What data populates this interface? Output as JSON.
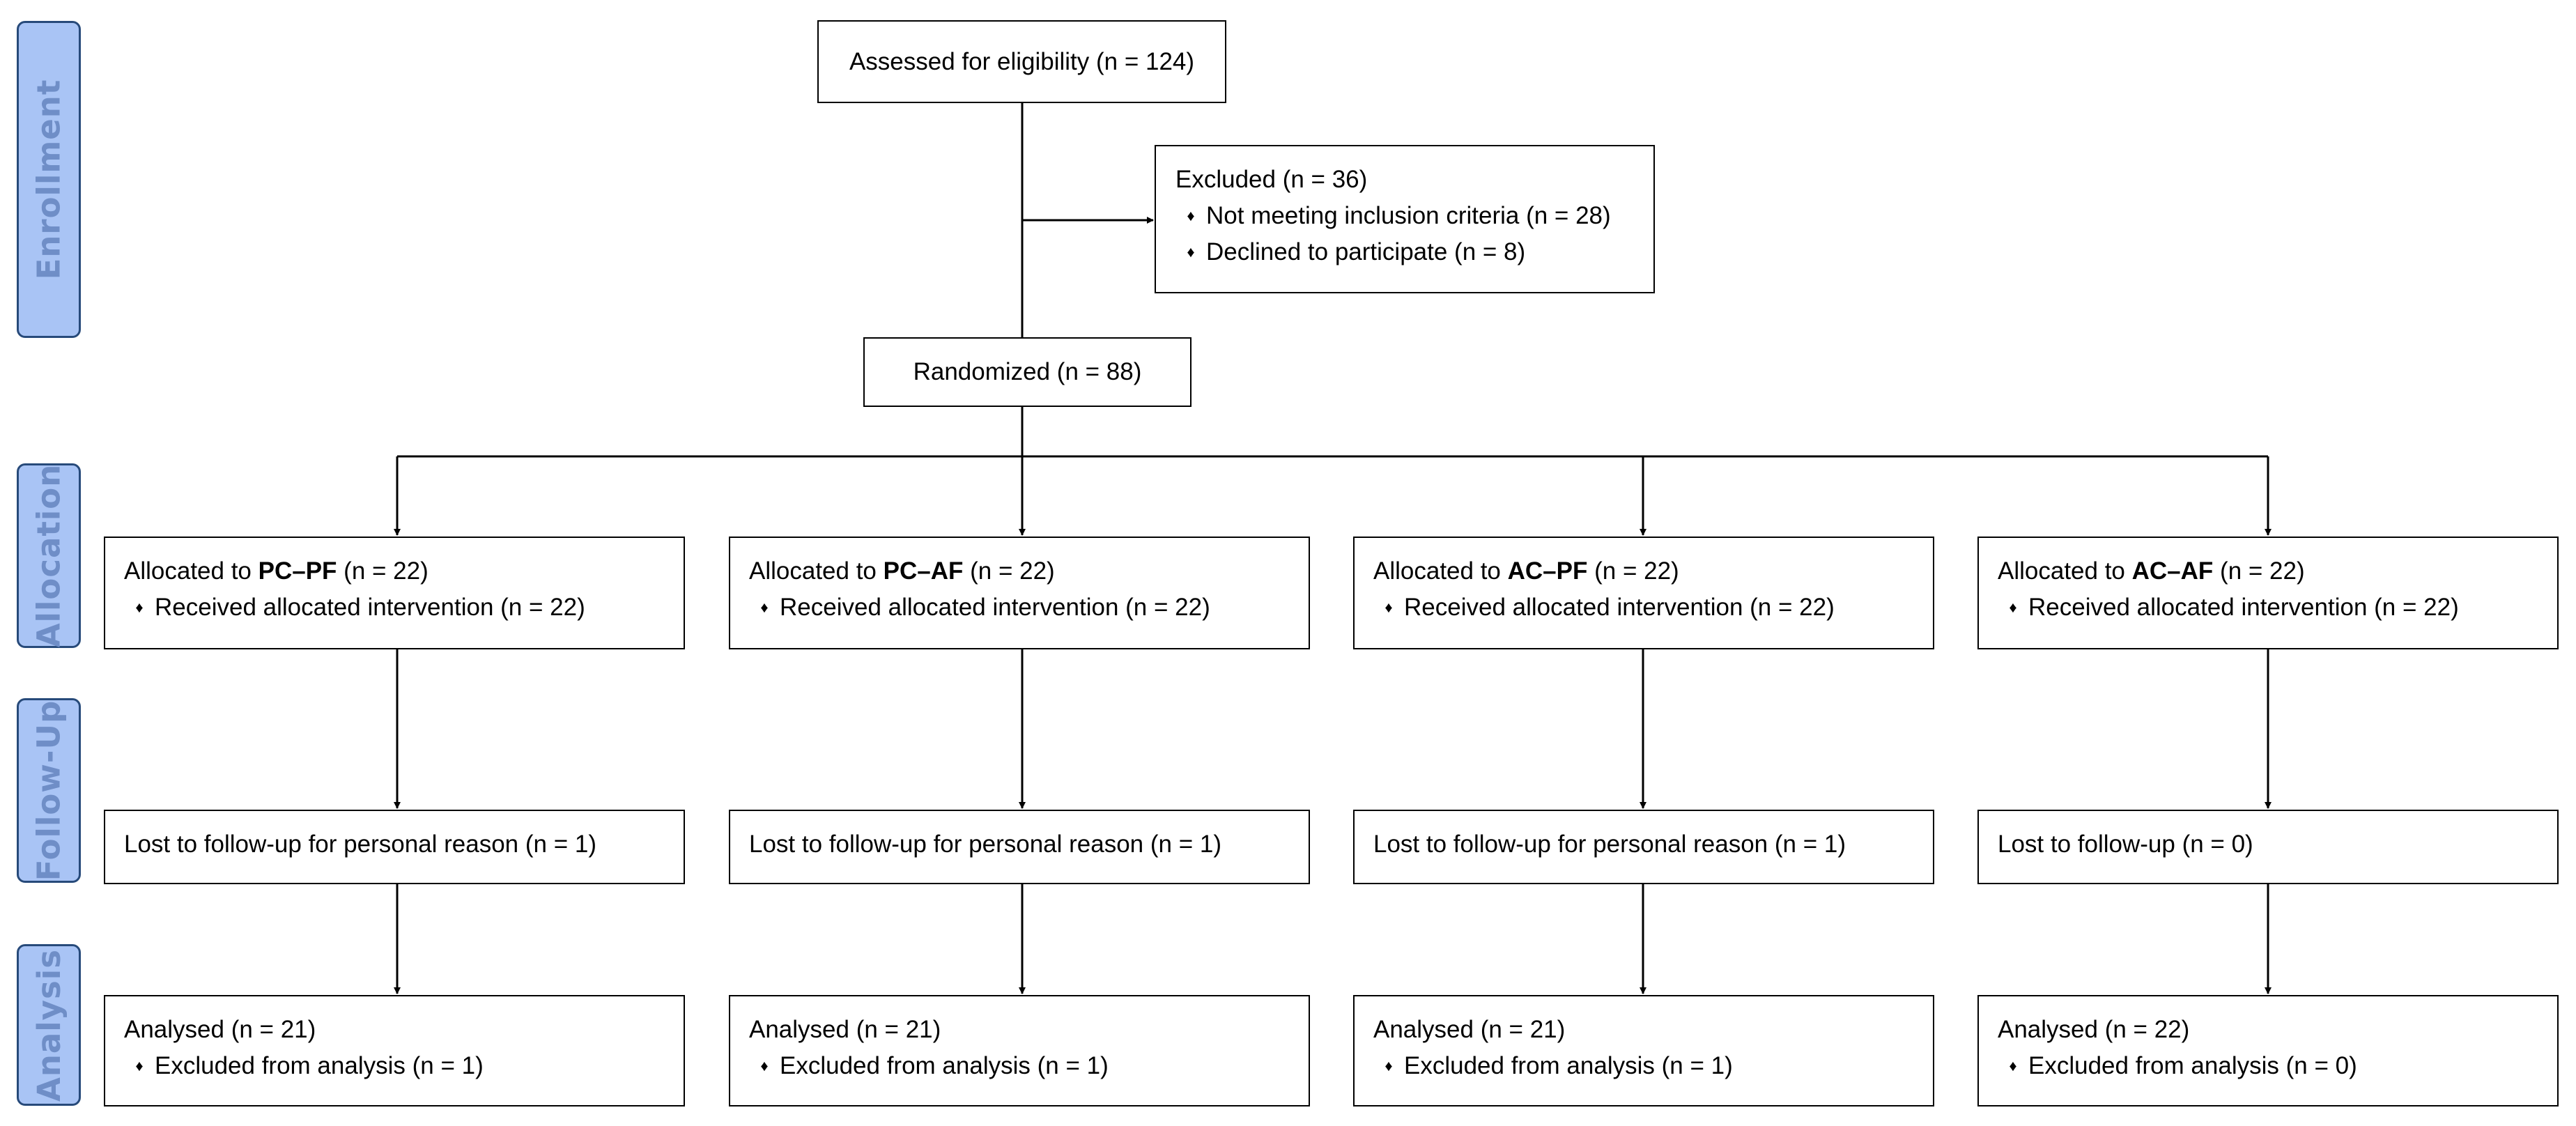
{
  "stages": {
    "enrollment": "Enrollment",
    "allocation": "Allocation",
    "follow_up": "Follow-Up",
    "analysis": "Analysis"
  },
  "assessed": "Assessed for eligibility (n = 124)",
  "excluded": {
    "title": "Excluded (n = 36)",
    "items": [
      "Not meeting inclusion criteria (n = 28)",
      "Declined to participate (n = 8)"
    ]
  },
  "randomized": "Randomized (n = 88)",
  "arms": [
    {
      "alloc_prefix": "Allocated to ",
      "group": "PC–PF",
      "alloc_n": " (n = 22)",
      "received": "Received allocated intervention (n = 22)",
      "followup": "Lost to follow-up for personal reason (n = 1)",
      "analysed": "Analysed (n = 21)",
      "excluded_analysis": "Excluded from analysis (n = 1)"
    },
    {
      "alloc_prefix": "Allocated to ",
      "group": "PC–AF",
      "alloc_n": " (n = 22)",
      "received": "Received allocated intervention (n = 22)",
      "followup": "Lost to follow-up for personal reason (n = 1)",
      "analysed": "Analysed (n = 21)",
      "excluded_analysis": "Excluded from analysis (n = 1)"
    },
    {
      "alloc_prefix": "Allocated to ",
      "group": "AC–PF",
      "alloc_n": " (n = 22)",
      "received": "Received allocated intervention (n = 22)",
      "followup": "Lost to follow-up for personal reason (n = 1)",
      "analysed": "Analysed (n = 21)",
      "excluded_analysis": "Excluded from analysis (n = 1)"
    },
    {
      "alloc_prefix": "Allocated to ",
      "group": "AC–AF",
      "alloc_n": " (n = 22)",
      "received": "Received allocated intervention (n = 22)",
      "followup": "Lost to follow-up (n = 0)",
      "analysed": "Analysed (n = 22)",
      "excluded_analysis": "Excluded from analysis (n = 0)"
    }
  ],
  "bullet_glyph": "♦"
}
